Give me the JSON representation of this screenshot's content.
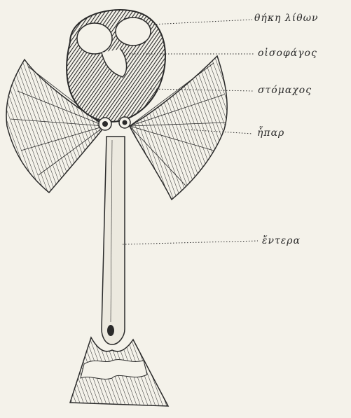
{
  "labels": {
    "theke_lithon": "θήκη λίθων",
    "oisophagos": "οἰσοφάγος",
    "stomachos": "στόμαχος",
    "hepar": "ἧπαρ",
    "entera": "ἔντερα"
  },
  "colors": {
    "ink": "#2a2a2a",
    "paper": "#f4f2ea",
    "shade": "#3a3a3a"
  }
}
